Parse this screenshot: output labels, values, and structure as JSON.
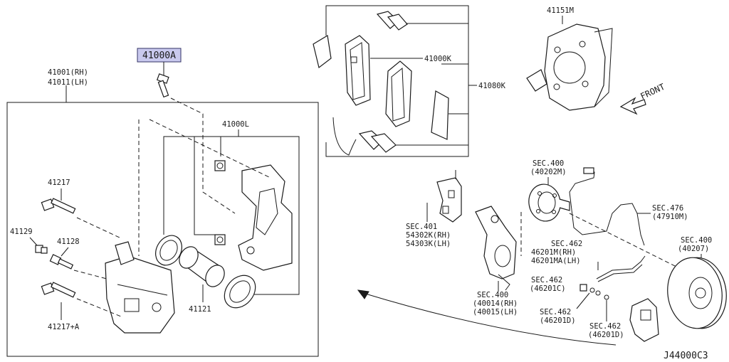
{
  "diagram": {
    "diagram_code": "J44000C3",
    "direction_label": "FRONT",
    "highlighted_part": "41000A",
    "labels": {
      "p41000A": "41000A",
      "p41001": "41001(RH)",
      "p41011": "41011(LH)",
      "p41000L": "41000L",
      "p41217": "41217",
      "p41129": "41129",
      "p41128": "41128",
      "p41217A": "41217+A",
      "p41121": "41121",
      "p41000K": "41000K",
      "p41080K": "41080K",
      "p41151M": "41151M",
      "sec400a": "SEC.400",
      "sec400a_code": "(40202M)",
      "sec476": "SEC.476",
      "sec476_code": "(47910M)",
      "sec401": "SEC.401",
      "sec401_rh": "54302K(RH)",
      "sec401_lh": "54303K(LH)",
      "sec462a": "SEC.462",
      "sec462a_rh": "46201M(RH)",
      "sec462a_lh": "46201MA(LH)",
      "sec462b": "SEC.462",
      "sec462b_code": "(46201C)",
      "sec462c": "SEC.462",
      "sec462c_code": "(46201D)",
      "sec462d": "SEC.462",
      "sec462d_code": "(46201D)",
      "sec400b": "SEC.400",
      "sec400b_rh": "(40014(RH)",
      "sec400b_lh": "(40015(LH)",
      "sec400c": "SEC.400",
      "sec400c_code": "(40207)"
    }
  }
}
